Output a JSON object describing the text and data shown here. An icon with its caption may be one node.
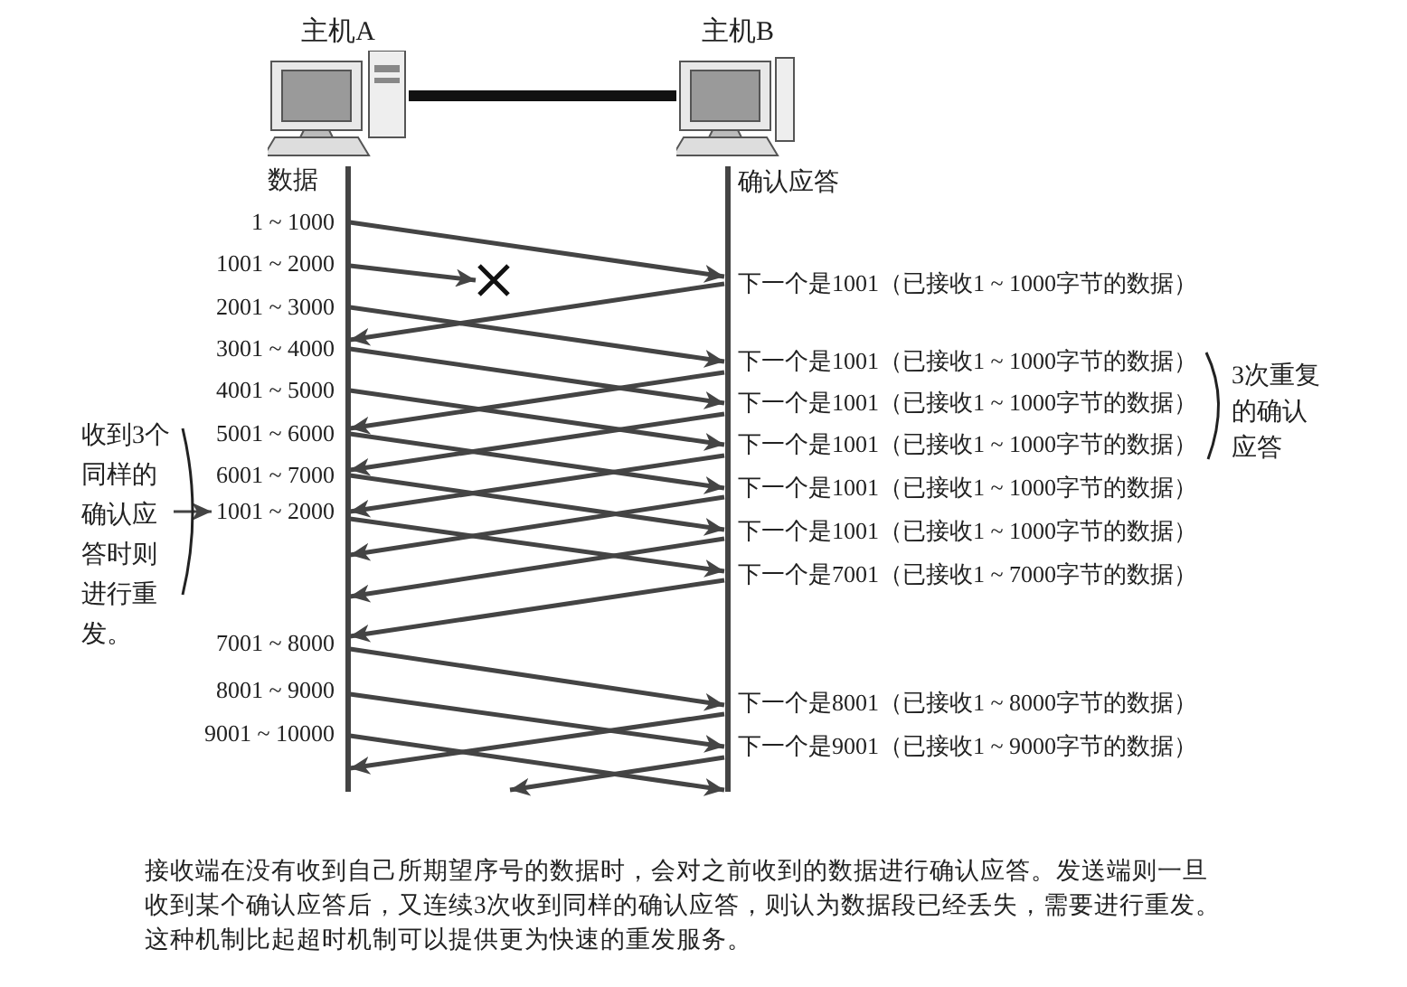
{
  "diagram": {
    "caption": "接收端在没有收到自己所期望序号的数据时，会对之前收到的数据进行确认应答。发送端则一旦收到某个确认应答后，又连续3次收到同样的确认应答，则认为数据段已经丢失，需要进行重发。这种机制比起超时机制可以提供更为快速的重发服务。",
    "nodes": [
      {
        "text": [
          "主机A"
        ]
      },
      {
        "text": [
          "主机B"
        ]
      },
      {
        "text": [],
        "shape": "bar",
        "beside": [
          "数据",
          "1 ~ 1000",
          "1001 ~ 2000",
          "2001 ~ 3000",
          "3001 ~ 4000",
          "4001 ~ 5000",
          "5001 ~ 6000",
          "6001 ~ 7000",
          "1001 ~ 2000",
          "7001 ~ 8000",
          "8001 ~ 9000",
          "9001 ~ 10000"
        ]
      },
      {
        "text": [],
        "shape": "bar",
        "beside": [
          "确认应答",
          "下一个是1001（已接收1 ~ 1000字节的数据）",
          "下一个是1001（已接收1 ~ 1000字节的数据）",
          "下一个是1001（已接收1 ~ 1000字节的数据）",
          "下一个是1001（已接收1 ~ 1000字节的数据）",
          "下一个是1001（已接收1 ~ 1000字节的数据）",
          "下一个是1001（已接收1 ~ 1000字节的数据）",
          "下一个是7001（已接收1 ~ 7000字节的数据）",
          "下一个是8001（已接收1 ~ 8000字节的数据）",
          "下一个是9001（已接收1 ~ 9000字节的数据）"
        ]
      },
      {
        "text": [
          "收到3个同样的确认应答时则进行重发。"
        ]
      },
      {
        "text": [],
        "shape": "cross"
      }
    ],
    "edges": [
      {
        "from": 0,
        "to": 1,
        "arrow": "none",
        "style": "thick"
      },
      {
        "from": 2,
        "to": 3,
        "arrow": "to"
      },
      {
        "from": 2,
        "to": 5,
        "arrow": "to"
      },
      {
        "from": 2,
        "to": 3,
        "arrow": "to"
      },
      {
        "from": 3,
        "to": 2,
        "arrow": "to"
      },
      {
        "from": 2,
        "to": 3,
        "arrow": "to"
      },
      {
        "from": 2,
        "to": 3,
        "arrow": "to"
      },
      {
        "from": 3,
        "to": 2,
        "arrow": "to"
      },
      {
        "from": 2,
        "to": 3,
        "arrow": "to"
      },
      {
        "from": 3,
        "to": 2,
        "arrow": "to"
      },
      {
        "from": 2,
        "to": 3,
        "arrow": "to"
      },
      {
        "from": 3,
        "to": 2,
        "arrow": "to"
      },
      {
        "from": 2,
        "to": 3,
        "arrow": "to"
      },
      {
        "from": 3,
        "to": 2,
        "arrow": "to"
      },
      {
        "from": 3,
        "to": 2,
        "arrow": "to"
      },
      {
        "from": 3,
        "to": 2,
        "arrow": "to"
      },
      {
        "from": 2,
        "to": 3,
        "arrow": "to"
      },
      {
        "from": 2,
        "to": 3,
        "arrow": "to"
      },
      {
        "from": 3,
        "to": 2,
        "arrow": "to"
      },
      {
        "from": 2,
        "to": 3,
        "arrow": "to"
      },
      {
        "from": 3,
        "to": null,
        "arrow": "to"
      },
      {
        "from": 4,
        "to": 2,
        "arrow": "to"
      }
    ],
    "labels": [
      "3次重复的确认应答"
    ]
  }
}
